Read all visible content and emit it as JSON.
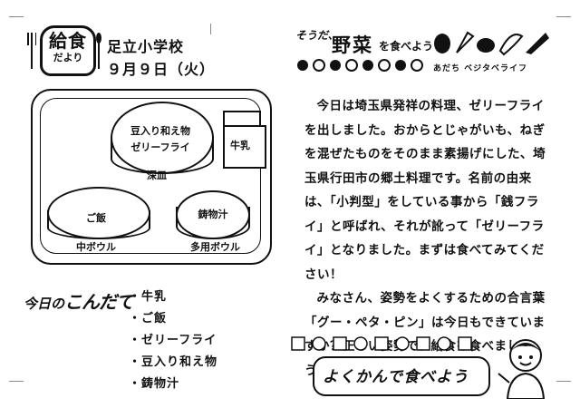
{
  "header": {
    "logo_title": "給食",
    "logo_sub": "だより",
    "school": "足立小学校",
    "date": "９月９日（火）"
  },
  "tray": {
    "deep_plate_foods": [
      "豆入り和え物",
      "ゼリーフライ"
    ],
    "deep_plate_label": "深皿",
    "milk_label": "牛乳",
    "medium_bowl_food": "ご飯",
    "medium_bowl_label": "中ボウル",
    "multi_bowl_food": "鋳物汁",
    "multi_bowl_label": "多用ボウル"
  },
  "menu": {
    "title_prefix": "今日の",
    "title_main": "こんだて",
    "items": [
      "牛乳",
      "ご飯",
      "ゼリーフライ",
      "豆入り和え物",
      "鋳物汁"
    ]
  },
  "right_header": {
    "soda": "そうだ、",
    "yasai": "野菜",
    "wotabe": "を食べよう",
    "slogan": "あだち ベジタベライフ"
  },
  "article": {
    "paragraph1": "今日は埼玉県発祥の料理、ゼリーフライを出しました。おからとじゃがいも、ねぎを混ぜたものをそのまま素揚げにした、埼玉県行田市の郷土料理です。名前の由来は、「小判型」をしている事から「銭フライ」と呼ばれ、それが訛って「ゼリーフライ」となりました。まずは食べてみてください！",
    "paragraph2": "みなさん、姿勢をよくするための合言葉「グー・ペタ・ピン」は今日もできていますか？正しい姿勢で、給食を食べましょう！"
  },
  "motto": "よくかんで食べよう",
  "colors": {
    "ink": "#111111",
    "paper": "#ffffff",
    "guide": "#888888"
  }
}
